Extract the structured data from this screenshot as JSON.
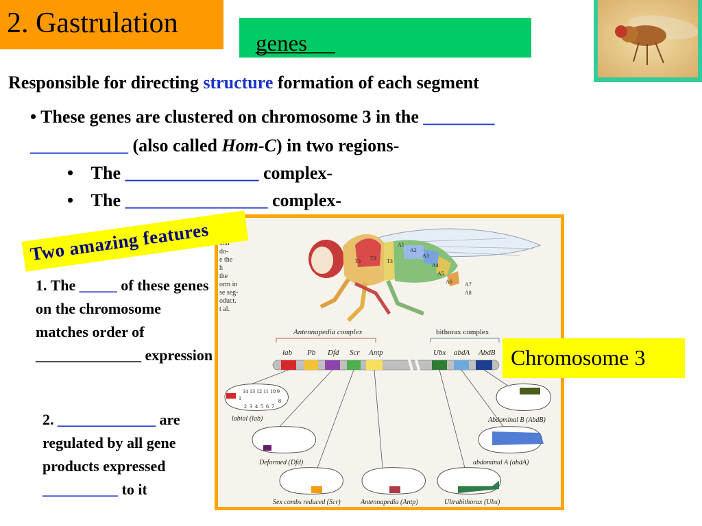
{
  "title": "2. Gastrulation",
  "genes_box": {
    "blank1": "_______",
    "blank2": "_______",
    "word": "genes"
  },
  "subtitle": {
    "before": "Responsible for directing",
    "highlight": "structure",
    "after": "formation of each segment"
  },
  "bullets": {
    "b1_line1_text": "• These genes are clustered on chromosome 3 in the",
    "b1_line1_blank": "________",
    "b1_line2_blank": "___________",
    "b1_line2_pre": "(also called",
    "b1_line2_italic": "Hom-C",
    "b1_line2_post": ") in two regions-",
    "sub1_bullet": "•",
    "sub1_the": "The",
    "sub1_blank": "_______________",
    "sub1_end": "complex-",
    "sub2_bullet": "•",
    "sub2_the": "The",
    "sub2_blank": "________________",
    "sub2_end": "complex-"
  },
  "two_features": "Two amazing features",
  "feature1": {
    "pre": "1. The",
    "blank": "_____",
    "post": "of these genes on the chromosome matches order of",
    "blank2": "______________",
    "end": "expression"
  },
  "feature2": {
    "pre": "2.",
    "blank": "_____________",
    "post": "are regulated by all gene products expressed",
    "blank2": "__________",
    "end": "to it"
  },
  "chromosome_label": "Chromosome 3",
  "figure": {
    "antennapedia_label": "Antennapedia complex",
    "bithorax_label": "bithorax complex",
    "genes": [
      "lab",
      "Pb",
      "Dfd",
      "Scr",
      "Antp",
      "Ubx",
      "abdA",
      "AbdB"
    ],
    "segments": [
      "T1",
      "T2",
      "T3",
      "A1",
      "A2",
      "A3",
      "A4",
      "A5",
      "A6",
      "A7",
      "A8"
    ],
    "embryo_labels": [
      "labial (lab)",
      "Deformed (Dfd)",
      "Sex combs reduced (Scr)",
      "Antennapedia (Antp)",
      "Ultrabithorax (Ubx)",
      "abdominal A (abdA)",
      "Abdominal B (AbdB)"
    ],
    "embryo_numbers_top": [
      "14",
      "13",
      "12",
      "11",
      "10",
      "9"
    ],
    "embryo_numbers_bottom": [
      "2",
      "3",
      "4",
      "5",
      "6",
      "7",
      "8"
    ],
    "embryo_number_one": "1",
    "side_text": [
      "and",
      "do-",
      "e the",
      "h",
      "the",
      "orm in",
      "se seg-",
      "oduct.",
      "t al."
    ]
  },
  "colors": {
    "title_bg": "#ff9900",
    "genes_bg": "#00cc66",
    "highlight_blue": "#1a33cc",
    "yellow": "#ffff00",
    "figure_border": "#ffa500",
    "photo_border": "#33cc99"
  }
}
